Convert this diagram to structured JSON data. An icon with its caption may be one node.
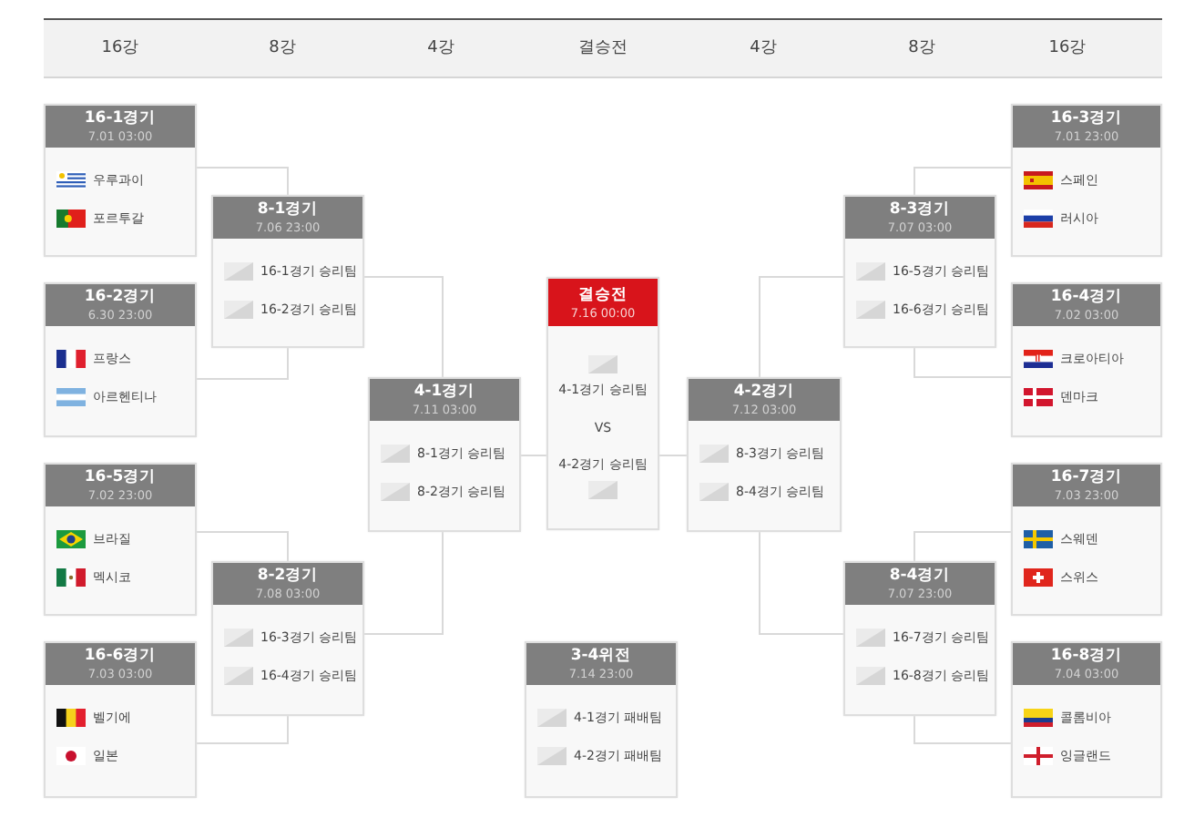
{
  "diagram": {
    "nodes": [
      {
        "text": [
          "16-1경기",
          "7.01 03:00",
          "우루과이",
          "포르투갈"
        ]
      },
      {
        "text": [
          "16-2경기",
          "6.30 23:00",
          "프랑스",
          "아르헨티나"
        ]
      },
      {
        "text": [
          "16-5경기",
          "7.02 23:00",
          "브라질",
          "멕시코"
        ]
      },
      {
        "text": [
          "16-6경기",
          "7.03 03:00",
          "벨기에",
          "일본"
        ]
      },
      {
        "text": [
          "8-1경기",
          "7.06 23:00",
          "16-1경기 승리팀",
          "16-2경기 승리팀"
        ]
      },
      {
        "text": [
          "8-2경기",
          "7.08 03:00",
          "16-3경기 승리팀",
          "16-4경기 승리팀"
        ]
      },
      {
        "text": [
          "4-1경기",
          "7.11 03:00",
          "8-1경기 승리팀",
          "8-2경기 승리팀"
        ]
      },
      {
        "text": [
          "결승전",
          "7.16 00:00",
          "4-1경기 승리팀",
          "VS",
          "4-2경기 승리팀"
        ]
      },
      {
        "text": [
          "3-4위전",
          "7.14 23:00",
          "4-1경기 패배팀",
          "4-2경기 패배팀"
        ]
      },
      {
        "text": [
          "4-2경기",
          "7.12 03:00",
          "8-3경기 승리팀",
          "8-4경기 승리팀"
        ]
      },
      {
        "text": [
          "8-3경기",
          "7.07 03:00",
          "16-5경기 승리팀",
          "16-6경기 승리팀"
        ]
      },
      {
        "text": [
          "8-4경기",
          "7.07 23:00",
          "16-7경기 승리팀",
          "16-8경기 승리팀"
        ]
      },
      {
        "text": [
          "16-3경기",
          "7.01 23:00",
          "스페인",
          "러시아"
        ]
      },
      {
        "text": [
          "16-4경기",
          "7.02 03:00",
          "크로아티아",
          "덴마크"
        ]
      },
      {
        "text": [
          "16-7경기",
          "7.03 23:00",
          "스웨덴",
          "스위스"
        ]
      },
      {
        "text": [
          "16-8경기",
          "7.04 03:00",
          "콜롬비아",
          "잉글랜드"
        ]
      }
    ],
    "edges": [
      {
        "from": 0,
        "to": 4,
        "arrow": "none"
      },
      {
        "from": 1,
        "to": 4,
        "arrow": "none"
      },
      {
        "from": 2,
        "to": 5,
        "arrow": "none"
      },
      {
        "from": 3,
        "to": 5,
        "arrow": "none"
      },
      {
        "from": 4,
        "to": 6,
        "arrow": "none"
      },
      {
        "from": 5,
        "to": 6,
        "arrow": "none"
      },
      {
        "from": 6,
        "to": 7,
        "arrow": "none"
      },
      {
        "from": 9,
        "to": 7,
        "arrow": "none"
      },
      {
        "from": 10,
        "to": 9,
        "arrow": "none"
      },
      {
        "from": 11,
        "to": 9,
        "arrow": "none"
      },
      {
        "from": 12,
        "to": 10,
        "arrow": "none"
      },
      {
        "from": 13,
        "to": 10,
        "arrow": "none"
      },
      {
        "from": 14,
        "to": 11,
        "arrow": "none"
      },
      {
        "from": 15,
        "to": 11,
        "arrow": "none"
      }
    ],
    "labels": [
      "16강",
      "8강",
      "4강",
      "결승전",
      "4강",
      "8강",
      "16강"
    ]
  }
}
